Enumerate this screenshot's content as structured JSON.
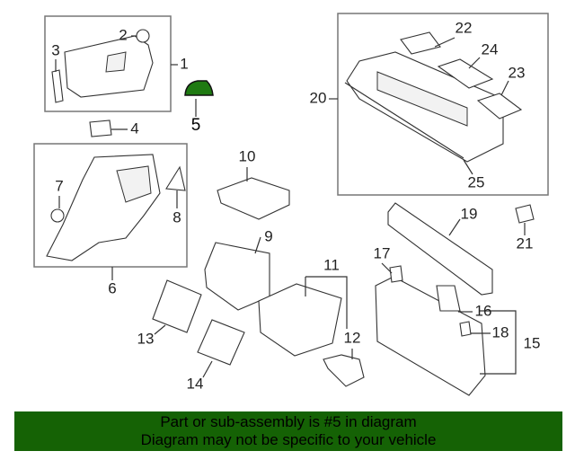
{
  "diagram": {
    "callouts": {
      "c1": "1",
      "c2": "2",
      "c3": "3",
      "c4": "4",
      "c5": "5",
      "c6": "6",
      "c7": "7",
      "c8": "8",
      "c9": "9",
      "c10": "10",
      "c11": "11",
      "c12": "12",
      "c13": "13",
      "c14": "14",
      "c15": "15",
      "c16": "16",
      "c17": "17",
      "c18": "18",
      "c19": "19",
      "c20": "20",
      "c21": "21",
      "c22": "22",
      "c23": "23",
      "c24": "24",
      "c25": "25"
    },
    "highlight_color": "#1f7a12"
  },
  "banner": {
    "line1": "Part or sub-assembly is #5 in diagram",
    "line2": "Diagram may not be specific to your vehicle",
    "background": "#156205"
  }
}
